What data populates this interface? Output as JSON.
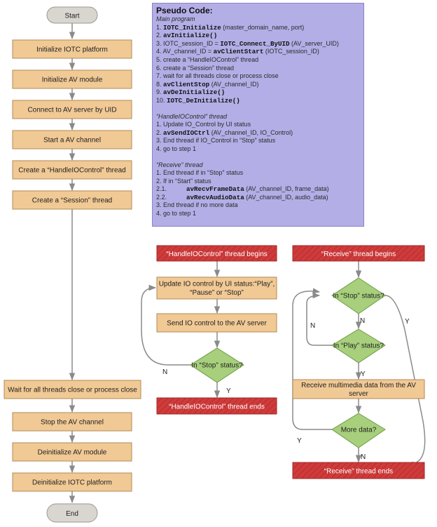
{
  "main_flow": {
    "start": "Start",
    "init_iotc": "Initialize IOTC platform",
    "init_av": "Initialize AV module",
    "connect": "Connect to AV server by UID",
    "start_channel": "Start a AV channel",
    "create_handle": "Create a “HandleIOControl” thread",
    "create_session": "Create a “Session” thread",
    "wait": "Wait for all threads close or process close",
    "stop_channel": "Stop the AV channel",
    "deinit_av": "Deinitialize AV module",
    "deinit_iotc": "Deinitialize IOTC platform",
    "end": "End"
  },
  "pseudo_code": {
    "title": "Pseudo Code:",
    "main_heading": "Main program",
    "main_lines": [
      {
        "pre": "1. ",
        "code": "IOTC_Initialize",
        "post": "(master_domain_name, port)"
      },
      {
        "pre": "2. ",
        "code": "avInitialize()",
        "post": ""
      },
      {
        "pre": "3. IOTC_session_ID = ",
        "code": "IOTC_Connect_ByUID",
        "post": "(AV_server_UID)"
      },
      {
        "pre": "4. AV_channel_ID = ",
        "code": "avClientStart",
        "post": "(IOTC_session_ID)"
      },
      {
        "pre": "5. create a “HandleIOControl” thread",
        "code": "",
        "post": ""
      },
      {
        "pre": "6. create a “Session” thread",
        "code": "",
        "post": ""
      },
      {
        "pre": "7. wait for all threads close or process close",
        "code": "",
        "post": ""
      },
      {
        "pre": "8. ",
        "code": "avClientStop",
        "post": "(AV_channel_ID)"
      },
      {
        "pre": "9. ",
        "code": "avDeInitialize()",
        "post": ""
      },
      {
        "pre": "10. ",
        "code": "IOTC_DeInitialize()",
        "post": ""
      }
    ],
    "handle_heading": "“HandleIOControl” thread",
    "handle_lines": [
      {
        "pre": "1. Update IO_Control by UI status",
        "code": "",
        "post": ""
      },
      {
        "pre": "2. ",
        "code": "avSendIOCtrl",
        "post": "(AV_channel_ID, IO_Control)"
      },
      {
        "pre": "3. End thread if IO_Control in “Stop” status",
        "code": "",
        "post": ""
      },
      {
        "pre": "4. go to step 1",
        "code": "",
        "post": ""
      }
    ],
    "receive_heading": "“Receive” thread",
    "receive_lines": [
      {
        "pre": "1. End thread if in “Stop” status",
        "code": "",
        "post": "",
        "indent": false
      },
      {
        "pre": "2. If in “Start” status",
        "code": "",
        "post": "",
        "indent": false
      },
      {
        "pre": "2.1.",
        "code": "avRecvFrameData",
        "post": "(AV_channel_ID, frame_data)",
        "indent": true
      },
      {
        "pre": "2.2.",
        "code": "avRecvAudioData",
        "post": "(AV_channel_ID, audio_data)",
        "indent": true
      },
      {
        "pre": "3. End thread if no more data",
        "code": "",
        "post": "",
        "indent": false
      },
      {
        "pre": "4. go to step 1",
        "code": "",
        "post": "",
        "indent": false
      }
    ]
  },
  "handle_flow": {
    "begin": "“HandleIOControl” thread begins",
    "update_line1": "Update IO control by UI status:“Play”,",
    "update_line2": "“Pause” or “Stop”",
    "send": "Send IO control to the AV server",
    "decision": "In “Stop” status?",
    "no": "N",
    "yes": "Y",
    "end": "“HandleIOControl” thread ends"
  },
  "receive_flow": {
    "begin": "“Receive” thread begins",
    "stop_decision": "In “Stop” status?",
    "play_decision": "In “Play” status?",
    "receive_line1": "Receive multimedia data from the AV",
    "receive_line2": "server",
    "more_decision": "More data?",
    "n1": "N",
    "y1": "Y",
    "n2": "N",
    "y2": "Y",
    "n3": "N",
    "y3": "Y",
    "end": "“Receive” thread ends"
  },
  "colors": {
    "process_fill": "#f1c995",
    "process_stroke": "#b08a55",
    "terminal_fill": "#d9d6d0",
    "decision_fill": "#a7cf7c",
    "thread_fill": "#cf3b3b",
    "pseudo_fill": "#b3aee6",
    "arrow": "#8a8a8a"
  }
}
